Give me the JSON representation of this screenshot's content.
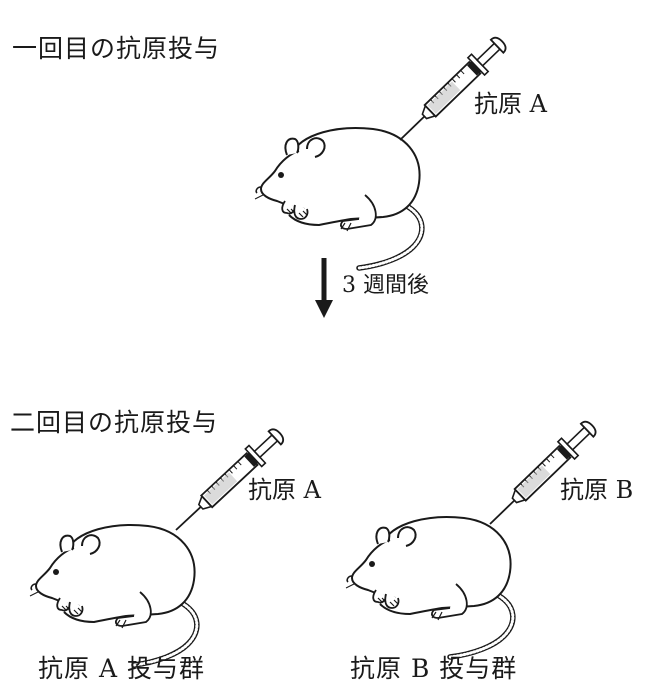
{
  "first": {
    "heading": "一回目の抗原投与",
    "syringe_label": "抗原 A"
  },
  "interval": {
    "label": "3 週間後"
  },
  "second": {
    "heading": "二回目の抗原投与",
    "left_syringe_label": "抗原 A",
    "right_syringe_label": "抗原 B",
    "left_group": "抗原 A 投与群",
    "right_group": "抗原 B 投与群"
  },
  "colors": {
    "line": "#1a1a1a",
    "background": "#ffffff"
  }
}
